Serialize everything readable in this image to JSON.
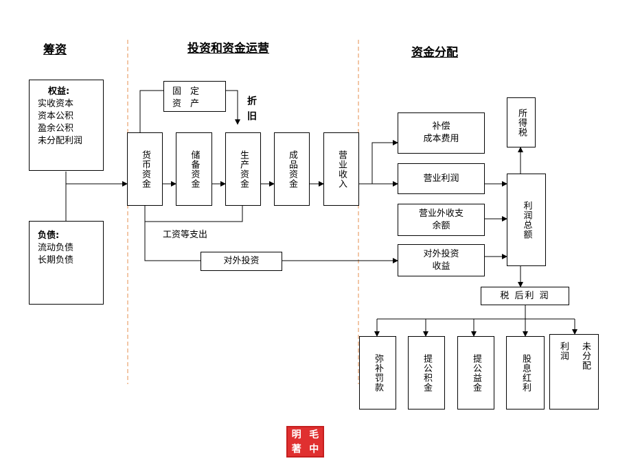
{
  "headers": {
    "financing": "筹资",
    "investing": "投资和资金运营",
    "distribution": "资金分配"
  },
  "equity": {
    "title": "权益:",
    "items": [
      "实收资本",
      "资本公积",
      "盈余公积",
      "未分配利润"
    ]
  },
  "liability": {
    "title": "负债:",
    "items": [
      "流动负债",
      "长期负债"
    ]
  },
  "fixed_assets": {
    "line1": "固　定",
    "line2": "资　产"
  },
  "depreciation": {
    "line1": "折",
    "line2": "旧"
  },
  "flow": {
    "monetary": "货币资金",
    "reserve": "储备资金",
    "production": "生产资金",
    "finished": "成品资金",
    "revenue": "营业收入"
  },
  "wages": "工资等支出",
  "external_investment": "对外投资",
  "compensation": {
    "line1": "补偿",
    "line2": "成本费用"
  },
  "operating_profit": "营业利润",
  "non_operating": {
    "line1": "营业外收支",
    "line2": "余额"
  },
  "investment_income": {
    "line1": "对外投资",
    "line2": "收益"
  },
  "income_tax": "所得税",
  "total_profit": "利润总额",
  "after_tax_profit": "税 后利 润",
  "distribution": {
    "penalty": "弥补罚款",
    "reserve_fund": "提公积金",
    "welfare_fund": "提公益金",
    "dividend": "股息红利",
    "undistributed_col1": "利润",
    "undistributed_col2": "未分配"
  },
  "seal": {
    "c1": "毛",
    "c2": "明",
    "c3": "中",
    "c4": "著"
  },
  "colors": {
    "divider": "#e8a06a",
    "seal": "#e03030"
  }
}
